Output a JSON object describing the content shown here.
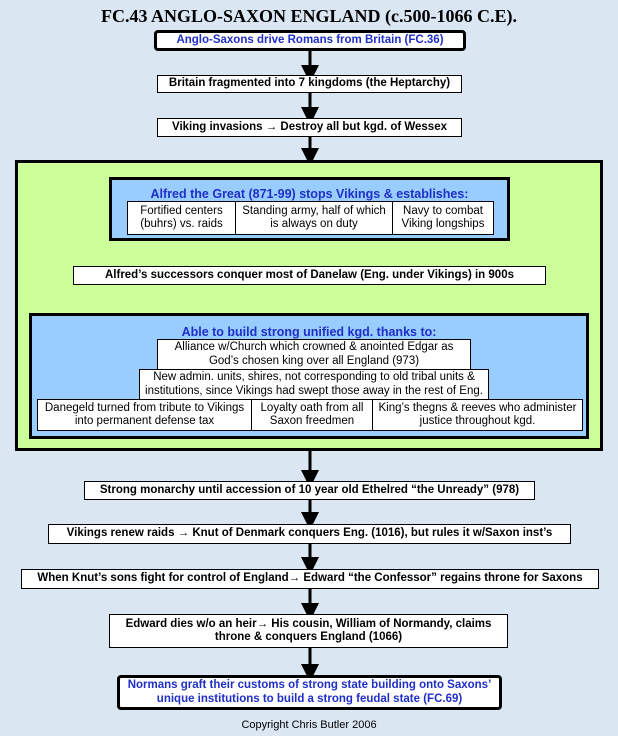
{
  "title": "FC.43 ANGLO-SAXON ENGLAND (c.500-1066 C.E).",
  "top_box": "Anglo-Saxons drive Romans from Britain (FC.36)",
  "step1": "Britain fragmented into 7 kingdoms (the Heptarchy)",
  "step2": "Viking invasions → Destroy all but kgd. of Wessex",
  "alfred": {
    "heading": "Alfred the Great (871-99) stops Vikings & establishes:",
    "items": [
      "Fortified centers (buhrs) vs. raids",
      "Standing army, half of which is always on duty",
      "Navy to combat Viking longships"
    ]
  },
  "successors": "Alfred’s successors conquer most of Danelaw (Eng. under Vikings) in 900s",
  "unified": {
    "heading": "Able to build strong unified kgd. thanks to:",
    "church": "Alliance w/Church which crowned & anointed Edgar as God’s chosen king over all England (973)",
    "admin": "New admin. units, shires, not corresponding to old tribal units & institutions, since Vikings had swept those away in the rest of Eng.",
    "danegeld": "Danegeld turned from tribute to Vikings into permanent defense tax",
    "loyalty": "Loyalty oath from all Saxon freedmen",
    "thegns": "King’s thegns & reeves who administer justice throughout kgd."
  },
  "step3": "Strong monarchy until accession of 10 year old Ethelred “the Unready” (978)",
  "step4": "Vikings renew raids → Knut of Denmark conquers Eng. (1016), but rules it w/Saxon inst’s",
  "step5": "When Knut’s sons fight for control of England→ Edward “the Confessor” regains throne for Saxons",
  "step6": "Edward dies w/o an heir→ His cousin, William of Normandy, claims throne & conquers England (1066)",
  "bottom_box": "Normans graft their customs of strong state building onto Saxons’ unique institutions to build a strong feudal state (FC.69)",
  "copyright": "Copyright Chris Butler 2006"
}
